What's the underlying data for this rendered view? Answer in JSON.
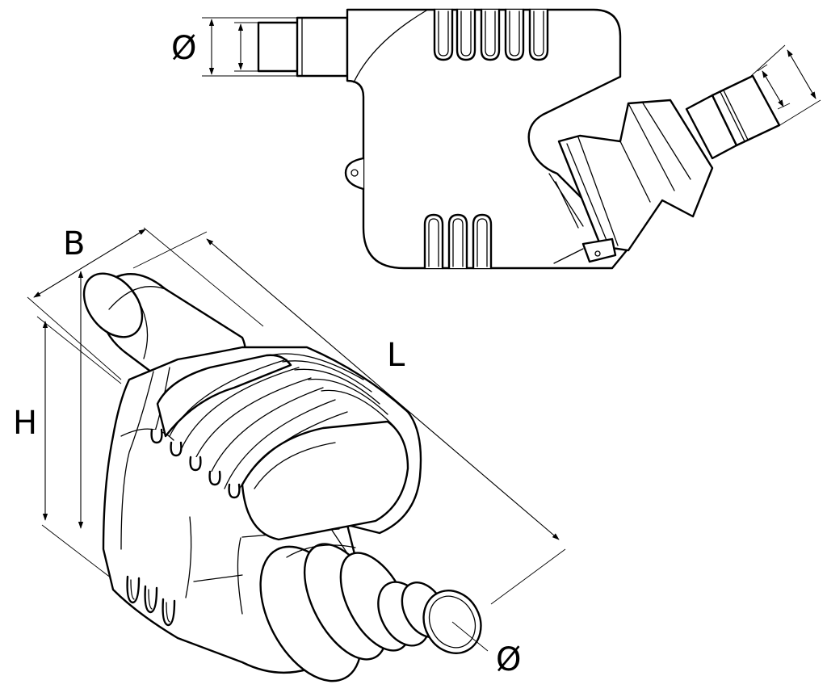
{
  "labels": {
    "diameter_top": "Ø",
    "width": "B",
    "length": "L",
    "height": "H",
    "diameter_bottom": "Ø"
  }
}
